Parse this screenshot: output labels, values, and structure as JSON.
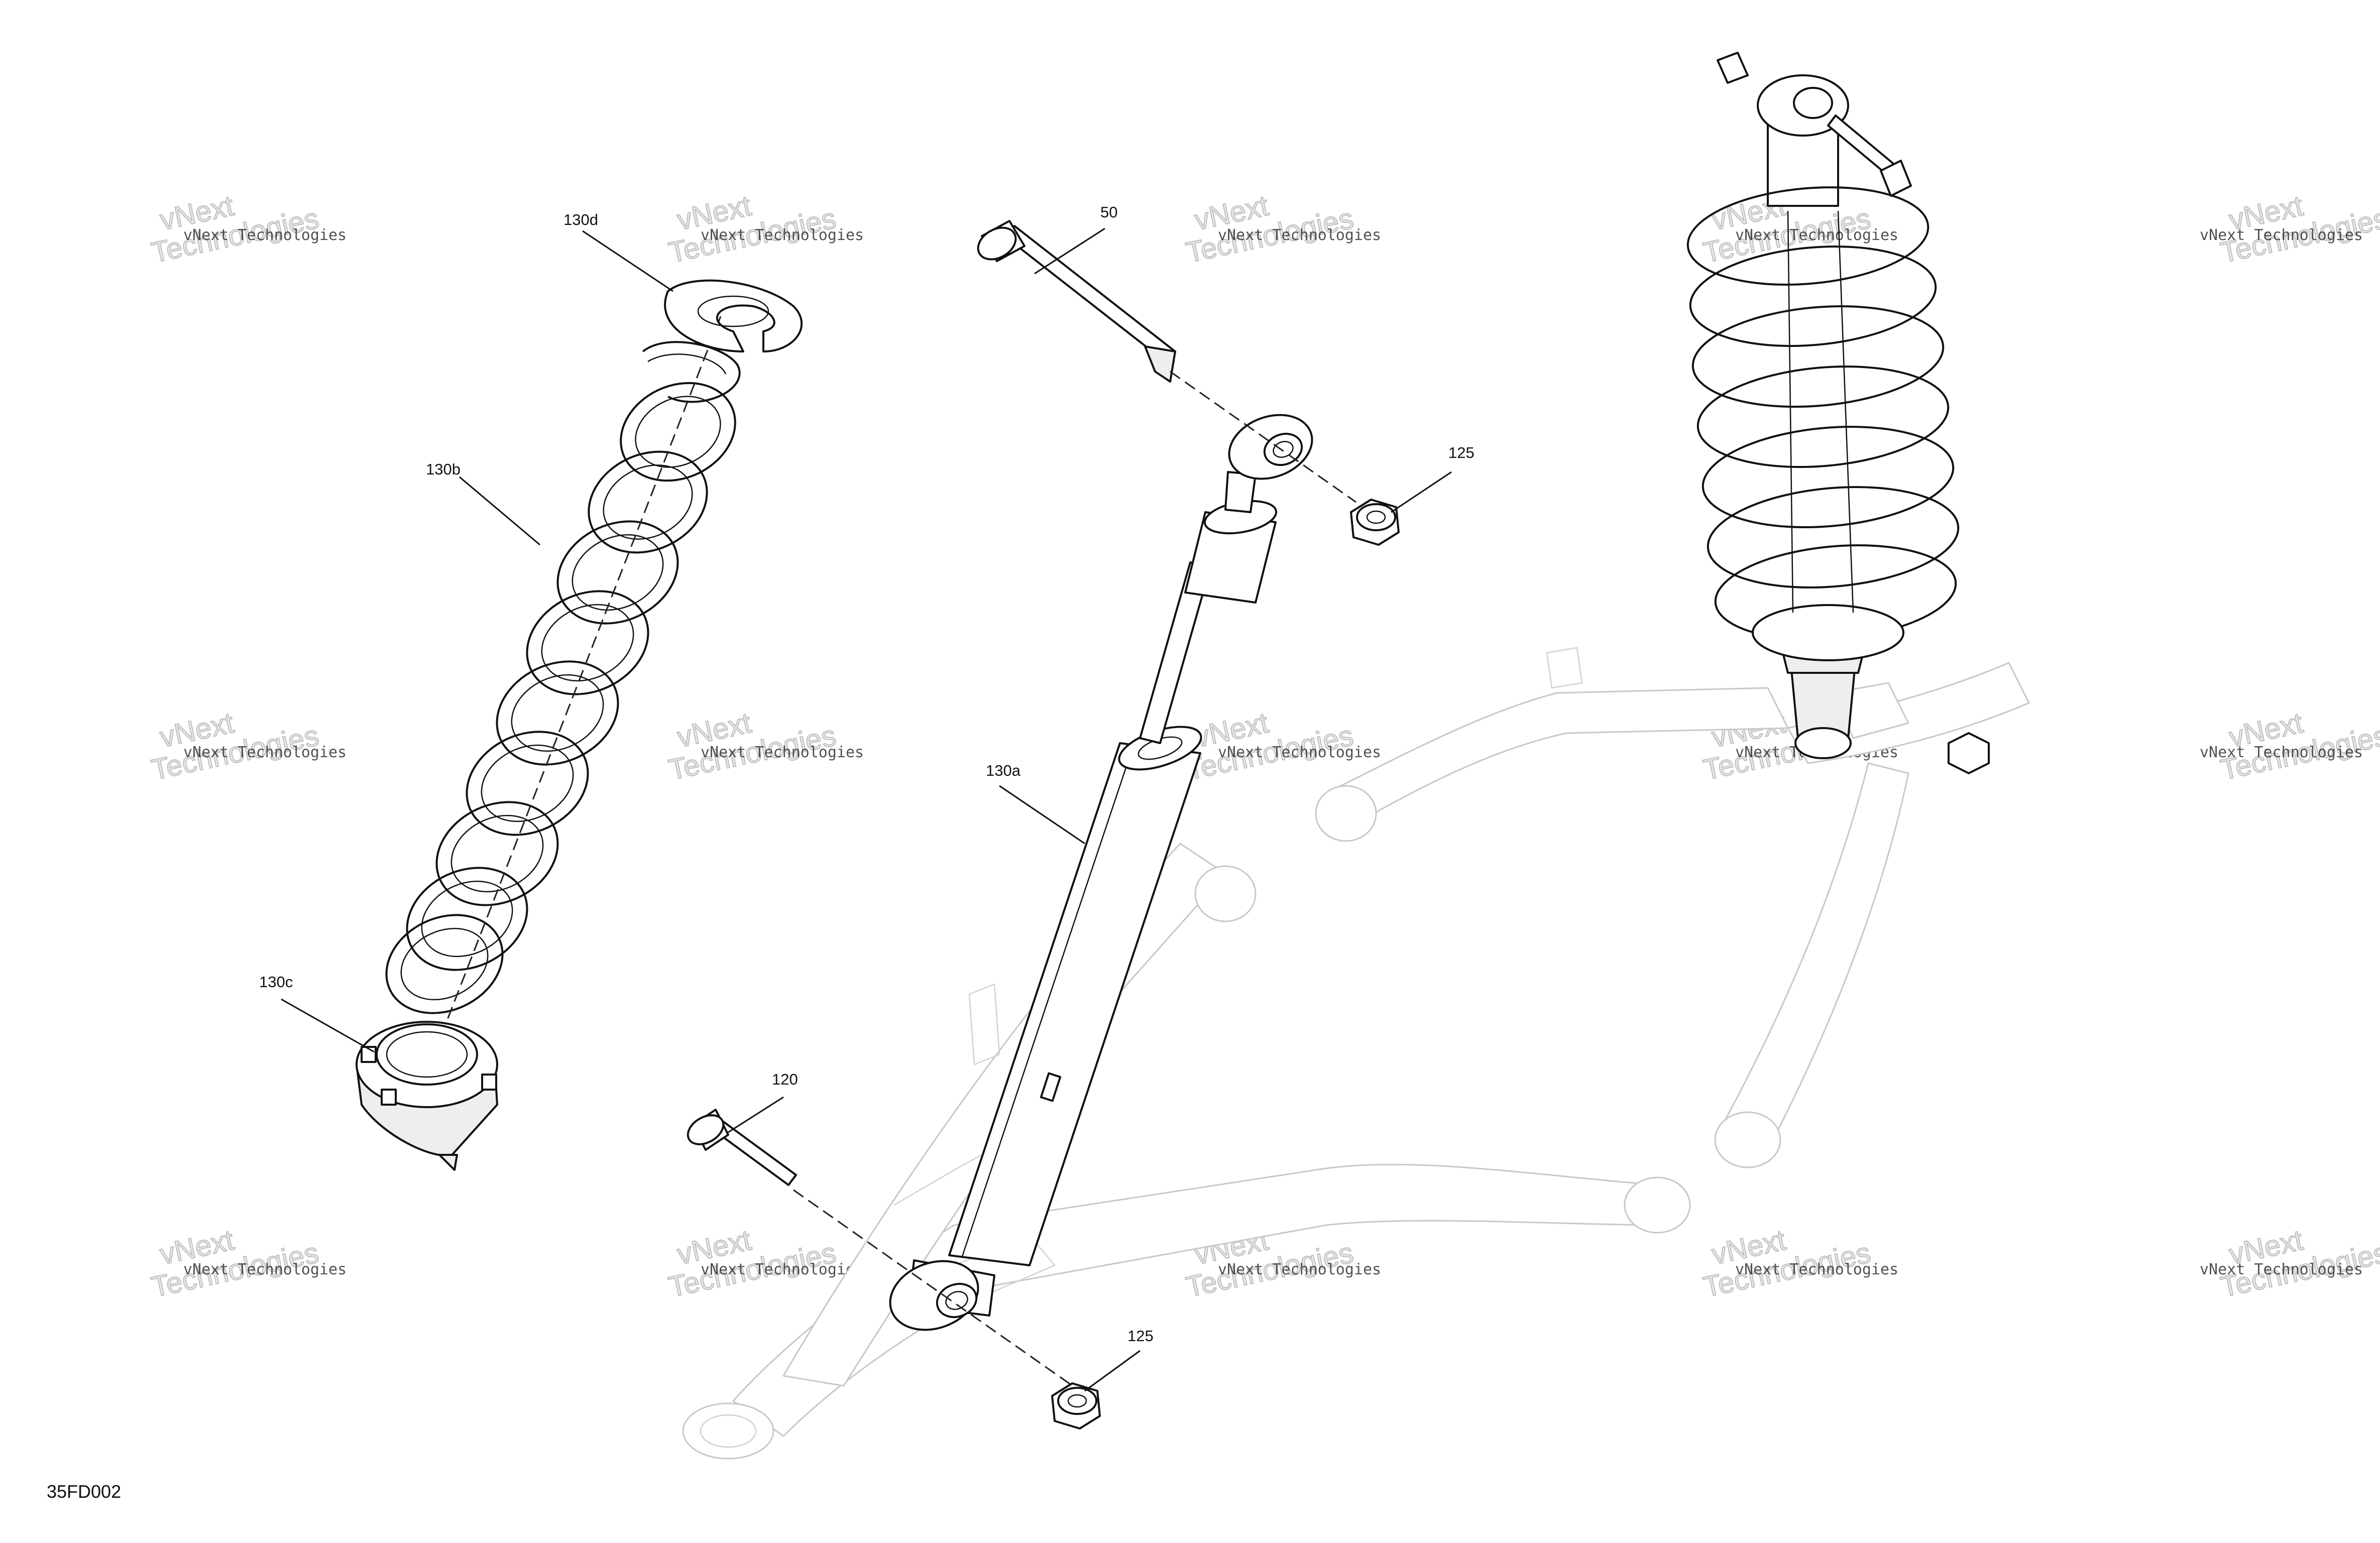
{
  "callouts": {
    "c130d": "130d",
    "c130b": "130b",
    "c130c": "130c",
    "c50": "50",
    "c125_top": "125",
    "c130a": "130a",
    "c120": "120",
    "c125_bottom": "125"
  },
  "figure_code": "35FD002",
  "watermark": {
    "line1": "vNext Technologies",
    "line2a": "vNext",
    "line2b": "Technologies"
  }
}
